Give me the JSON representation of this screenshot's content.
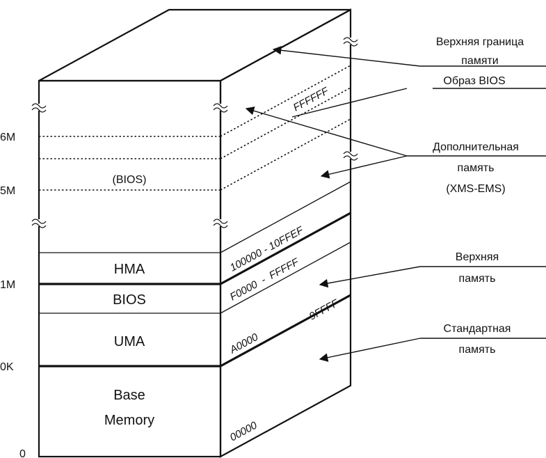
{
  "axis_labels": [
    "6M",
    "5M",
    "1M",
    "0K",
    "0"
  ],
  "front_labels": {
    "bios_upper": "(BIOS)",
    "hma": "HMA",
    "bios": "BIOS",
    "uma": "UMA",
    "base_line1": "Base",
    "base_line2": "Memory"
  },
  "address_labels": {
    "top": "FFFFFF",
    "hma_range": "100000 - 10FFEF",
    "bios_range": "F0000  -  FFFFF",
    "uma_start": "A0000",
    "uma_end": "9FFFF",
    "base_start": "00000"
  },
  "annotations": {
    "upper_bound_line1": "Верхняя граница",
    "upper_bound_line2": "памяти",
    "bios_image": "Образ BIOS",
    "extended_line1": "Дополнительная",
    "extended_line2": "память",
    "extended_line3": "(XMS-EMS)",
    "upper_mem_line1": "Верхняя",
    "upper_mem_line2": "память",
    "std_mem_line1": "Стандартная",
    "std_mem_line2": "память"
  }
}
